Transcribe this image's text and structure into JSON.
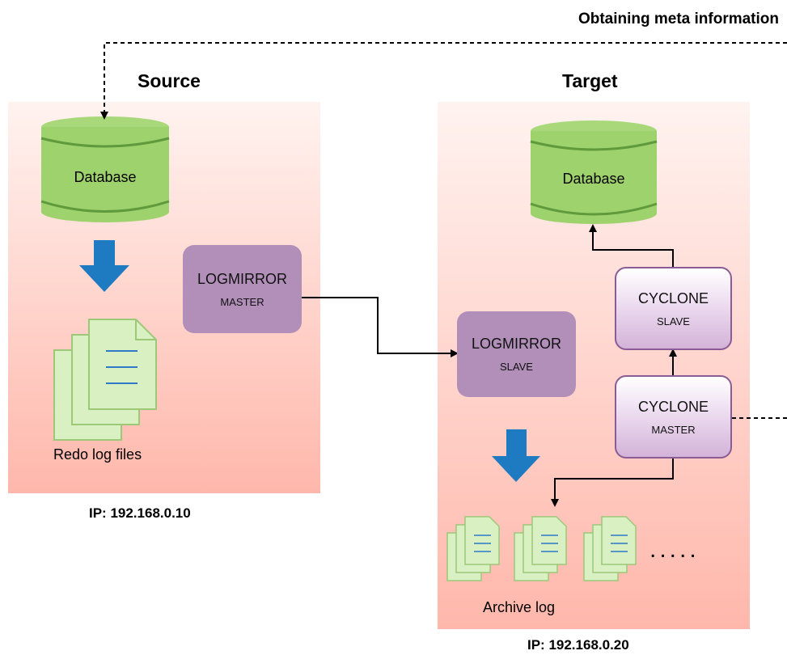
{
  "header": {
    "meta_title": "Obtaining meta information"
  },
  "source": {
    "title": "Source",
    "ip": "IP: 192.168.0.10",
    "database_label": "Database",
    "files_label": "Redo log files"
  },
  "target": {
    "title": "Target",
    "ip": "IP: 192.168.0.20",
    "database_label": "Database",
    "archive_label": "Archive log",
    "ellipsis": "....."
  },
  "nodes": {
    "logmirror_master": {
      "name": "LOGMIRROR",
      "role": "MASTER"
    },
    "logmirror_slave": {
      "name": "LOGMIRROR",
      "role": "SLAVE"
    },
    "cyclone_slave": {
      "name": "CYCLONE",
      "role": "SLAVE"
    },
    "cyclone_master": {
      "name": "CYCLONE",
      "role": "MASTER"
    }
  },
  "colors": {
    "panel_top": "#fff3f0",
    "panel_bottom": "#ffb7ab",
    "database_fill": "#9ed26c",
    "database_stroke": "#5f9b3c",
    "document_fill": "#d8f0c2",
    "document_stroke": "#9cc878",
    "document_lines": "#2e79c7",
    "flow_arrow": "#1f7bc1",
    "logmirror_fill": "#b18fb9",
    "cyclone_border": "#8b5b96",
    "connector": "#000000"
  }
}
